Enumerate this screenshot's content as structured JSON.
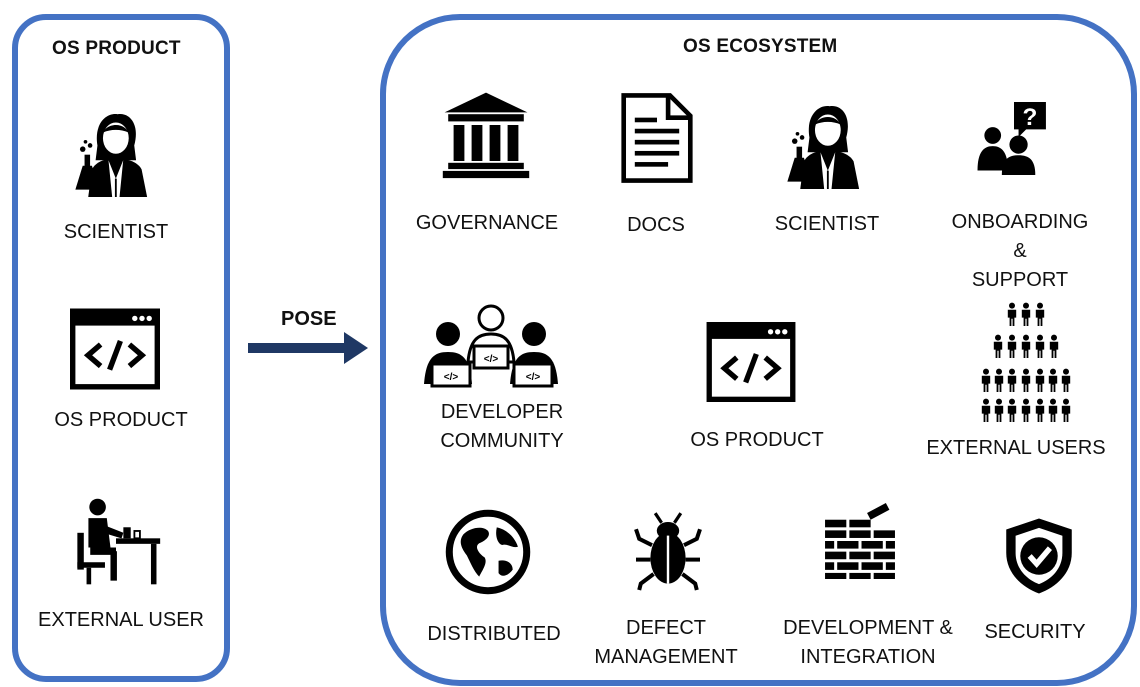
{
  "left_panel": {
    "title": "OS PRODUCT",
    "items": [
      {
        "label": "SCIENTIST",
        "icon": "scientist-icon"
      },
      {
        "label": "OS PRODUCT",
        "icon": "code-window-icon"
      },
      {
        "label": "EXTERNAL USER",
        "icon": "external-user-icon"
      }
    ]
  },
  "arrow": {
    "label": "POSE"
  },
  "right_panel": {
    "title": "OS ECOSYSTEM",
    "items": [
      {
        "label": "GOVERNANCE",
        "icon": "governance-icon"
      },
      {
        "label": "DOCS",
        "icon": "docs-icon"
      },
      {
        "label": "SCIENTIST",
        "icon": "scientist-icon"
      },
      {
        "label": "ONBOARDING &\nSUPPORT",
        "icon": "onboarding-support-icon"
      },
      {
        "label": "DEVELOPER\nCOMMUNITY",
        "icon": "developer-community-icon"
      },
      {
        "label": "OS PRODUCT",
        "icon": "code-window-icon"
      },
      {
        "label": "EXTERNAL USERS",
        "icon": "external-users-icon"
      },
      {
        "label": "DISTRIBUTED",
        "icon": "globe-icon"
      },
      {
        "label": "DEFECT\nMANAGEMENT",
        "icon": "bug-icon"
      },
      {
        "label": "DEVELOPMENT &\nINTEGRATION",
        "icon": "brick-wall-icon"
      },
      {
        "label": "SECURITY",
        "icon": "shield-check-icon"
      }
    ]
  },
  "colors": {
    "frame": "#4472c4",
    "arrow": "#1f3864",
    "icon": "#000000"
  }
}
